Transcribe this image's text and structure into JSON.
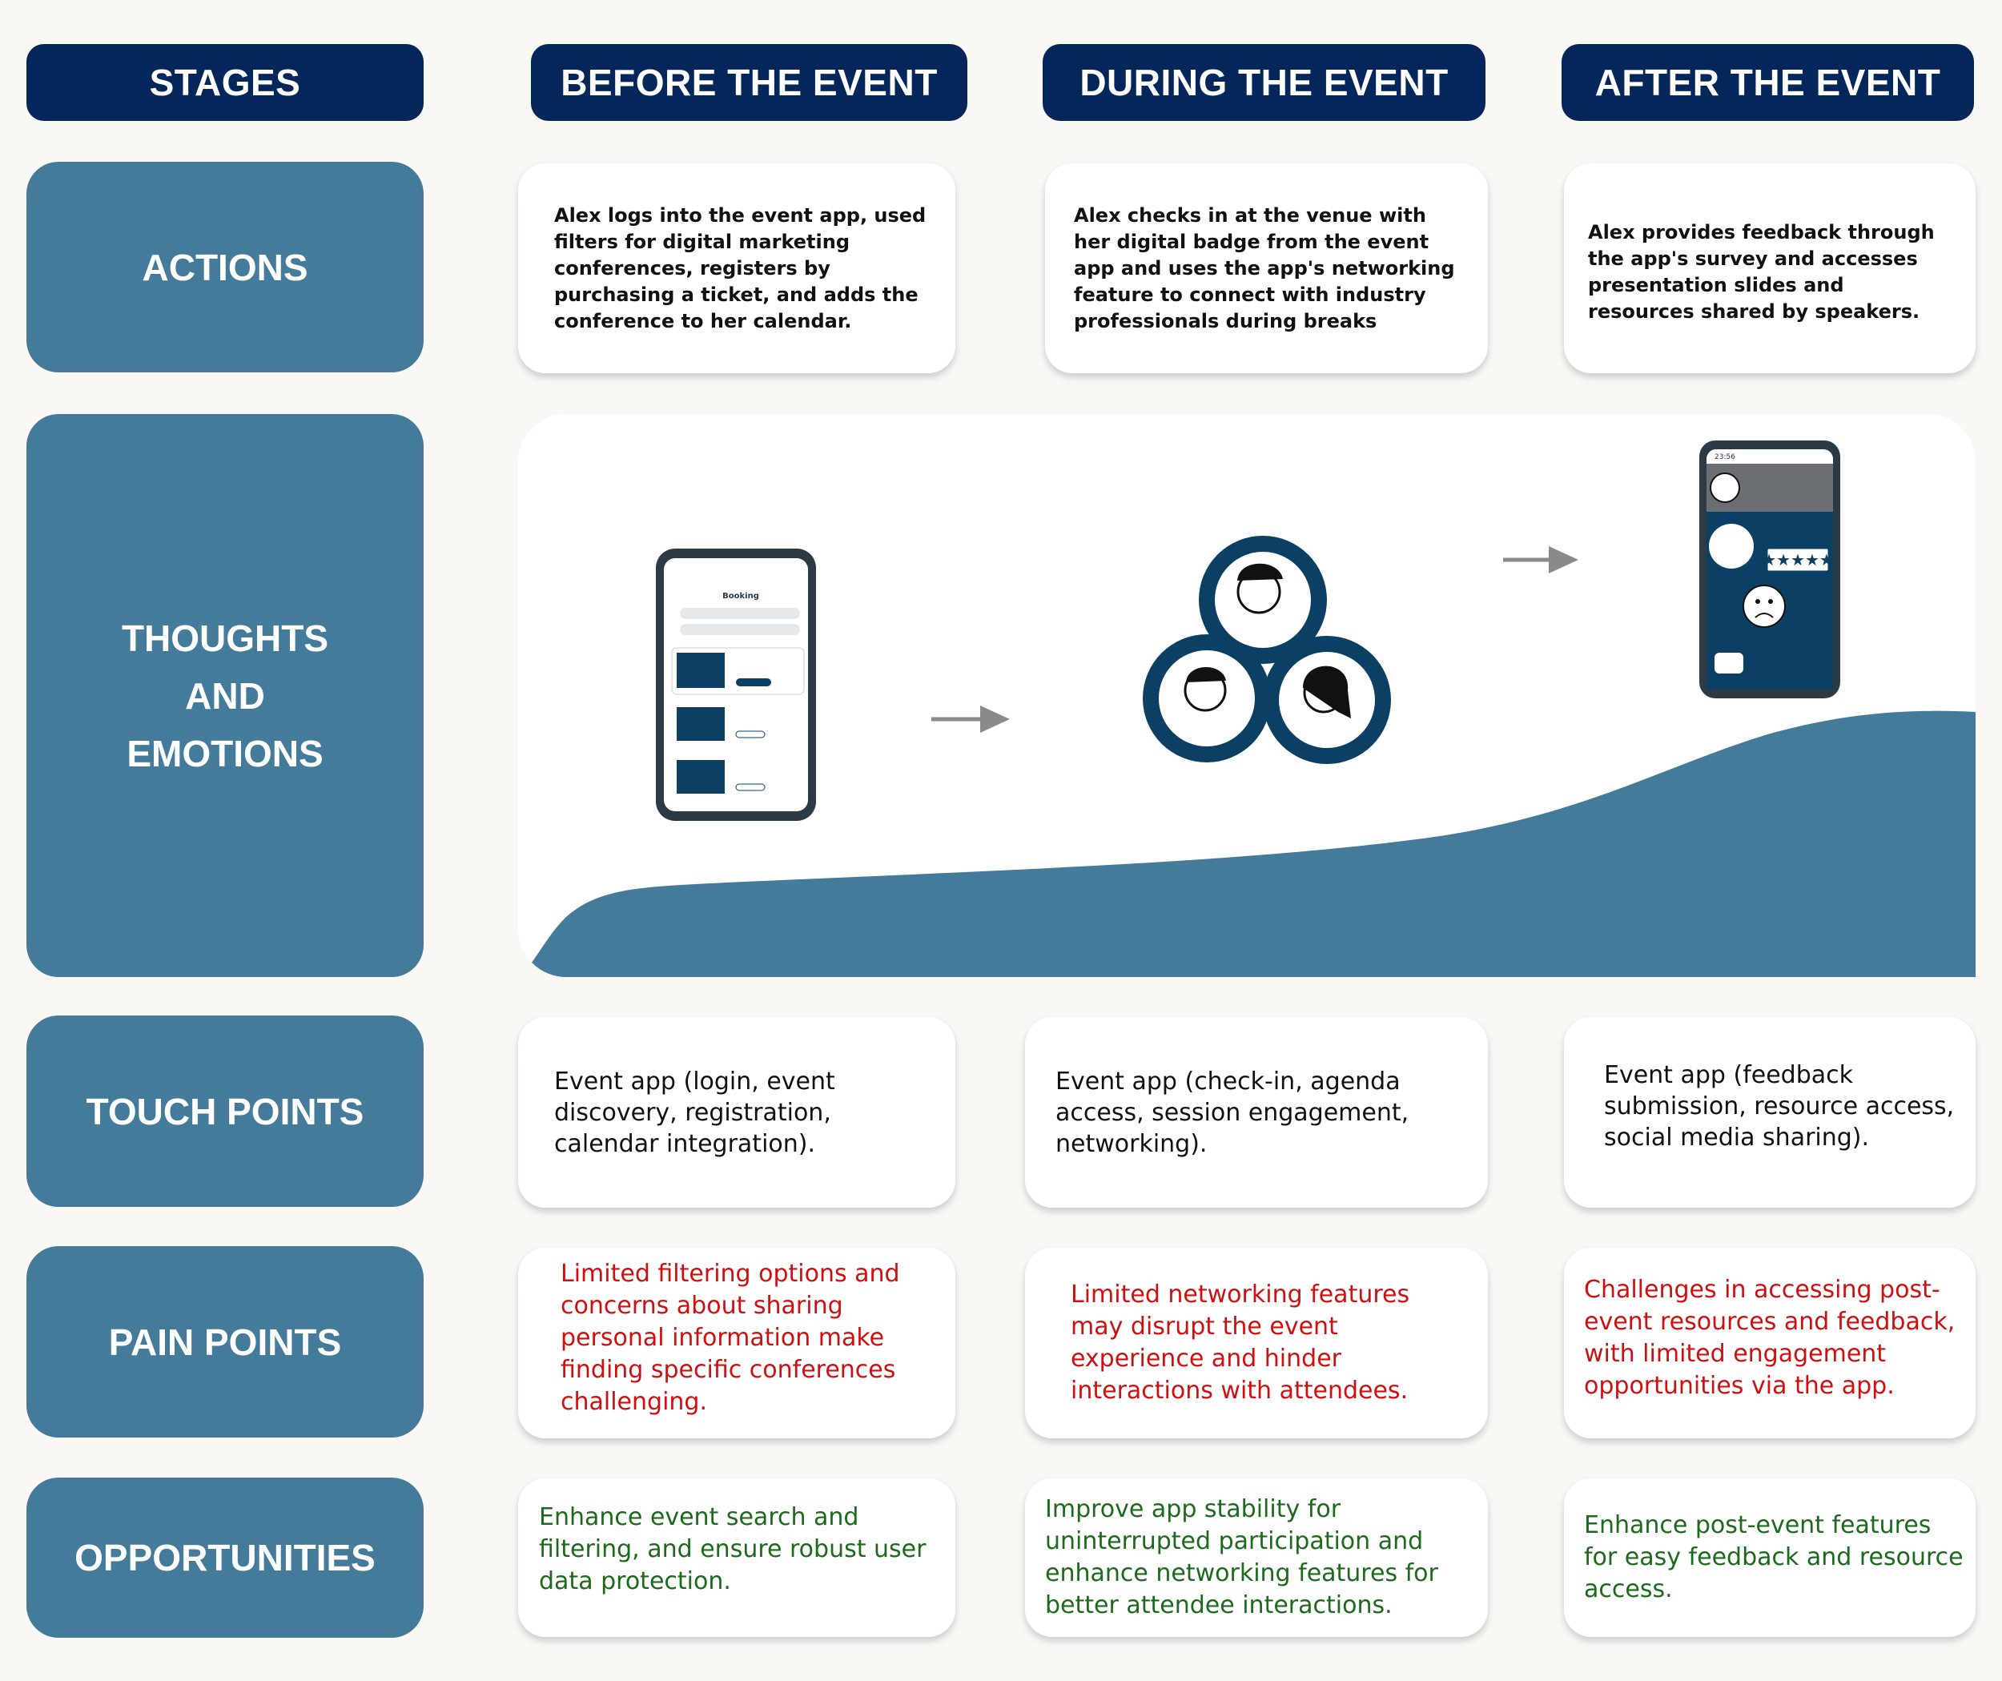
{
  "headers": {
    "stages": "STAGES",
    "before": "BEFORE THE EVENT",
    "during": "DURING THE EVENT",
    "after": "AFTER THE EVENT"
  },
  "rows": {
    "actions": "ACTIONS",
    "thoughts": [
      "THOUGHTS",
      "AND",
      "EMOTIONS"
    ],
    "touch_points": "TOUCH POINTS",
    "pain_points": "PAIN POINTS",
    "opportunities": "OPPORTUNITIES"
  },
  "actions": {
    "before": "Alex logs into the event app, used filters for digital marketing conferences, registers by purchasing a ticket, and adds the conference to her calendar.",
    "during": "Alex checks in at the venue with her digital badge from the event app and uses the app's networking feature to connect with industry professionals during breaks",
    "after": "Alex provides feedback through the app's survey and accesses presentation slides and resources shared by speakers."
  },
  "touch_points": {
    "before": "Event app (login, event discovery, registration, calendar integration).",
    "during": "Event app (check-in, agenda access, session engagement, networking).",
    "after": "Event app (feedback submission, resource access, social media sharing)."
  },
  "pain_points": {
    "before": "Limited filtering options and concerns about sharing personal information make finding specific conferences challenging.",
    "during": "Limited networking features may disrupt the event experience and hinder interactions with attendees.",
    "after": "Challenges in accessing post-event resources and feedback, with limited engagement opportunities via the app."
  },
  "opportunities": {
    "before": "Enhance event search and filtering, and ensure robust user data protection.",
    "during": "Improve app stability for uninterrupted participation and enhance networking features for better attendee interactions.",
    "after": "Enhance post-event features for easy feedback and resource access."
  },
  "illustrations": {
    "booking_screen_title": "Booking",
    "feedback_phone_time": "23:56",
    "rating_stars": "★★★★★",
    "icons": [
      "booking-phone-icon",
      "arrow-right-icon",
      "people-gears-icon",
      "feedback-phone-icon"
    ]
  },
  "colors": {
    "header_navy": "#04265a",
    "stage_teal": "#447b9a",
    "pain_red": "#d01010",
    "opportunity_green": "#1d6a1d",
    "background": "#f9f8f5"
  }
}
